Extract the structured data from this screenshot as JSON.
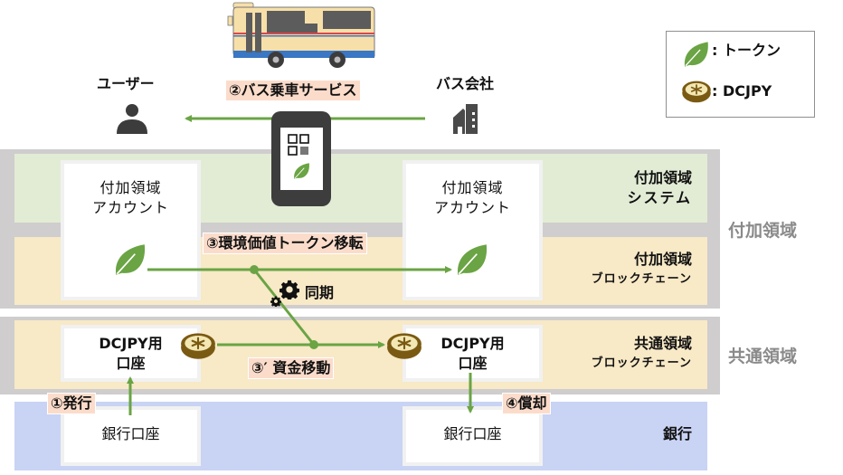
{
  "actors": {
    "user_label": "ユーザー",
    "bus_company_label": "バス会社"
  },
  "legend": {
    "items": [
      {
        "icon": "leaf-icon",
        "label": ": トークン"
      },
      {
        "icon": "coin-icon",
        "label": ": DCJPY"
      }
    ]
  },
  "layers": {
    "additional_system": "付加領域\nシステム",
    "additional_system_line1": "付加領域",
    "additional_system_line2": "システム",
    "additional_blockchain_line1": "付加領域",
    "additional_blockchain_line2": "ブロックチェーン",
    "common_blockchain_line1": "共通領域",
    "common_blockchain_line2": "ブロックチェーン",
    "bank": "銀行"
  },
  "groups": {
    "additional": "付加領域",
    "common": "共通領域"
  },
  "accounts": {
    "additional_left_line1": "付加領域",
    "additional_left_line2": "アカウント",
    "additional_right_line1": "付加領域",
    "additional_right_line2": "アカウント",
    "dcjpy_left_line1": "DCJPY用",
    "dcjpy_left_line2": "口座",
    "dcjpy_right_line1": "DCJPY用",
    "dcjpy_right_line2": "口座",
    "bank_left": "銀行口座",
    "bank_right": "銀行口座"
  },
  "steps": {
    "issue": "①発行",
    "bus_service": "②バス乗車サービス",
    "token_transfer": "③環境価値トークン移転",
    "fund_transfer": "③′ 資金移動",
    "redeem": "④償却",
    "sync": "同期"
  },
  "colors": {
    "arrow": "#6aa444",
    "leaf": "#6aa444",
    "coin": "#7a5a12",
    "coin_face": "#f3e7b4",
    "tag_bg": "#fbdccb",
    "band_gray": "#cfcdcd",
    "band_green": "#e2ecd5",
    "band_cream": "#f8e9c7",
    "band_blue": "#c9d3f4"
  }
}
